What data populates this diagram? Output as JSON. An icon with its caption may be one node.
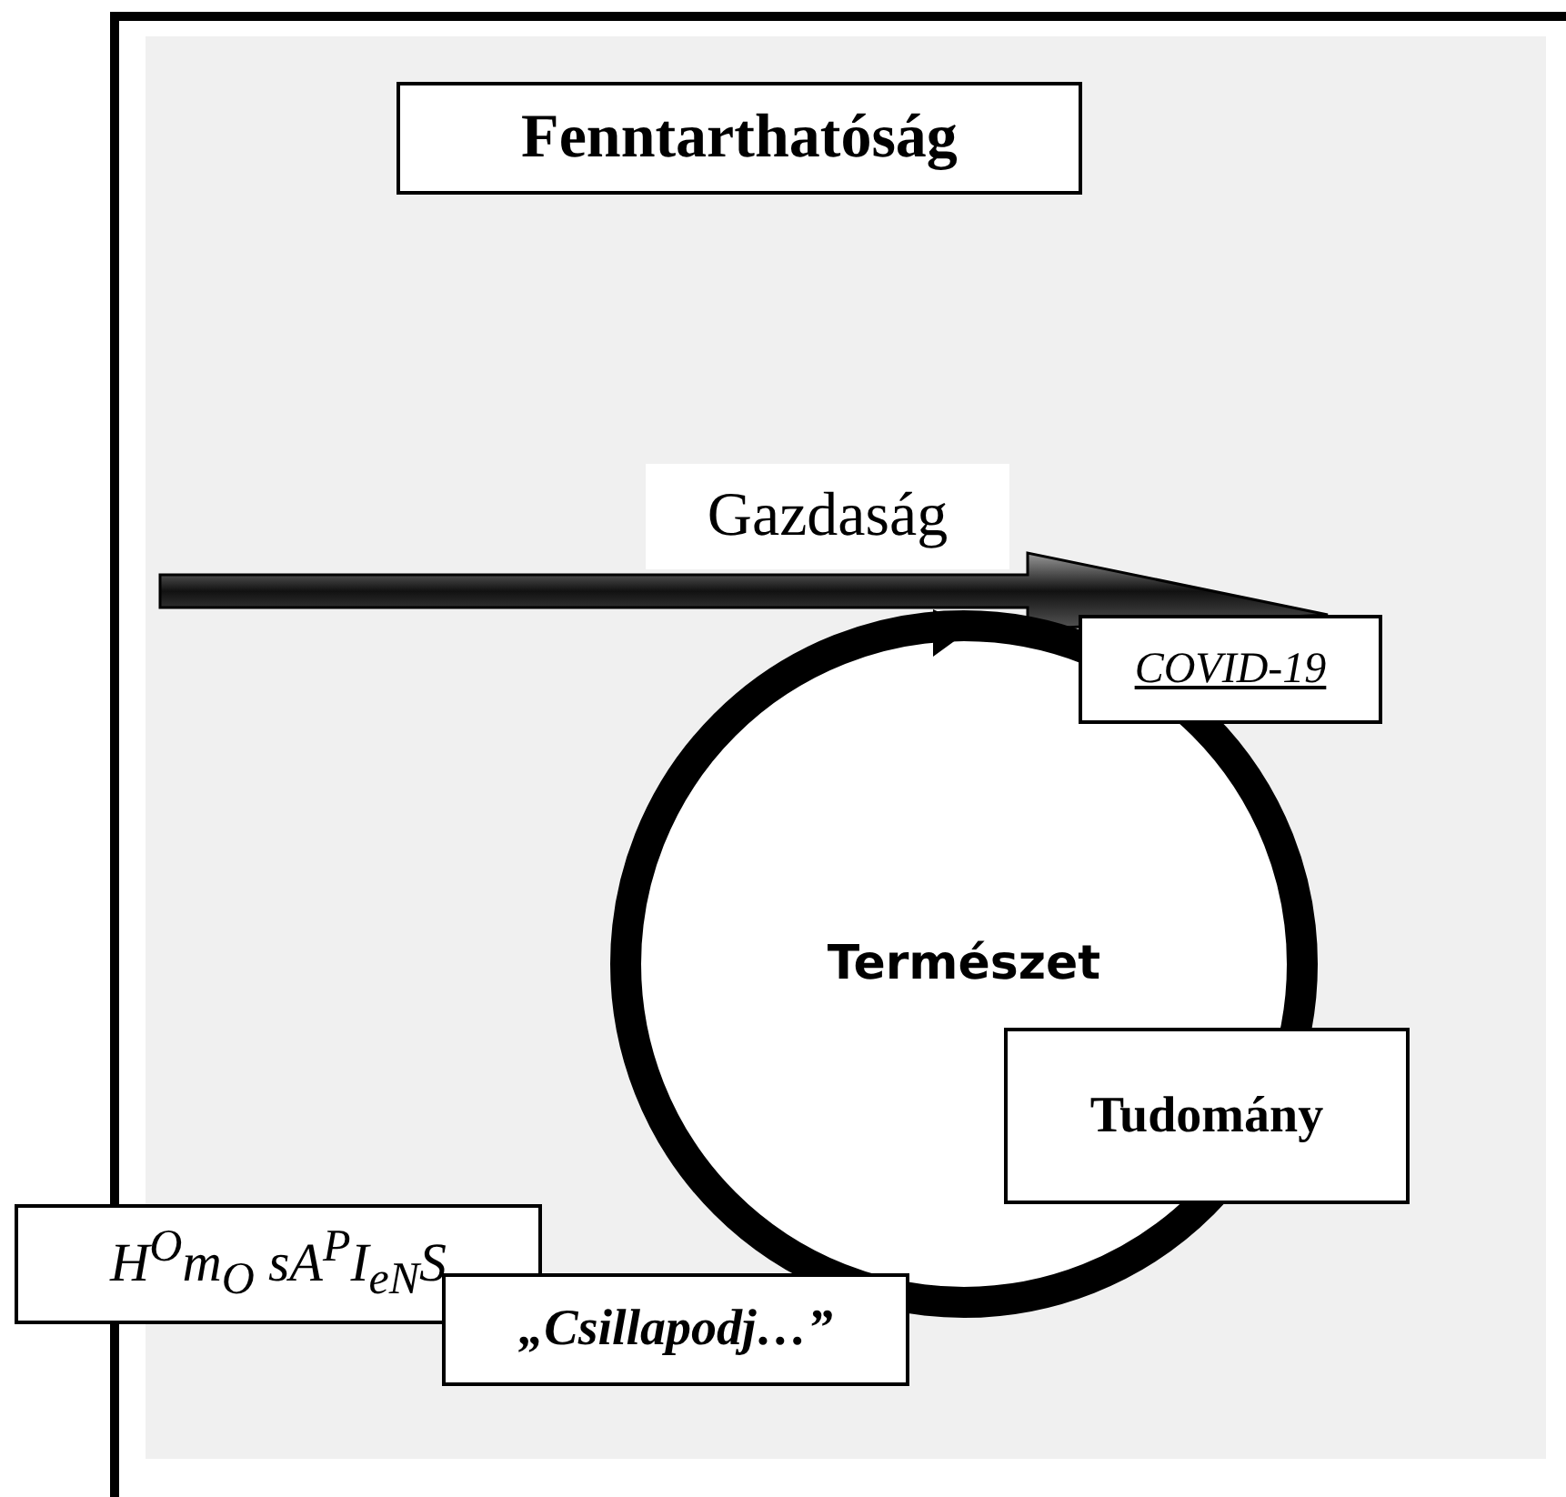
{
  "diagram": {
    "nodes": [
      {
        "text": [
          "Fenntarthatóság"
        ]
      },
      {
        "text": [
          "Gazdaság"
        ]
      },
      {
        "text": [
          "Természet"
        ]
      },
      {
        "text": [
          "COVID-19"
        ]
      },
      {
        "text": [
          "Tudomány"
        ]
      },
      {
        "text": [
          "H$^{O}$m$_{O}$ sA$^{P}$I$_{e}$$_{N}$S"
        ]
      },
      {
        "text": [
          "„Csillapodj…”"
        ]
      }
    ],
    "edges": [
      {
        "from": null,
        "to": 3,
        "arrow": "to"
      }
    ]
  }
}
